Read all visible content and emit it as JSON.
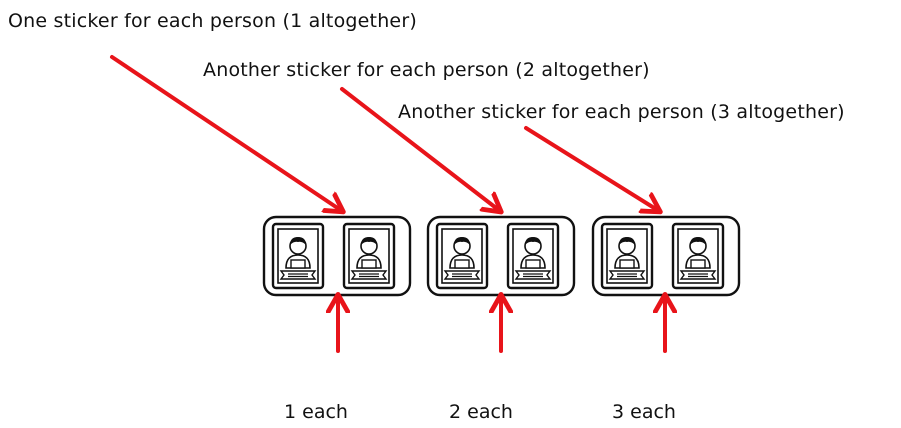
{
  "statements": [
    "One sticker for each person (1 altogether)",
    "Another sticker for each person (2 altogether)",
    "Another sticker for each person (3 altogether)"
  ],
  "counts": [
    "1 each",
    "2 each",
    "3 each"
  ],
  "colors": {
    "arrow": "#e8141a",
    "outline": "#111111",
    "background": "#ffffff"
  },
  "icons": {
    "sticker": "person-sticker-icon"
  }
}
